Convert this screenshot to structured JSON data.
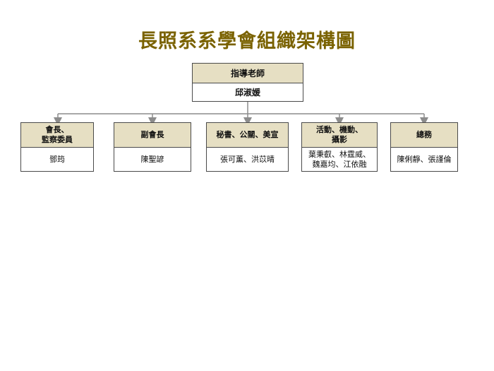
{
  "title": "長照系系學會組織架構圖",
  "root": {
    "role": "指導老師",
    "person": "邱淑媛"
  },
  "children": [
    {
      "role": "會長、\n監察委員",
      "person": "鄧筠"
    },
    {
      "role": "副會長",
      "person": "陳聖諺"
    },
    {
      "role": "秘書、公關、美宣",
      "person": "張可薰、洪苡晴"
    },
    {
      "role": "活動、機動、\n攝影",
      "person": "葉秉叡、林霆威、\n魏嘉均、江依融"
    },
    {
      "role": "總務",
      "person": "陳俐靜、張謹倫"
    }
  ],
  "colors": {
    "title": "#7a6200",
    "role_fill": "#e6dfc3",
    "connector": "#8c8c8c"
  }
}
